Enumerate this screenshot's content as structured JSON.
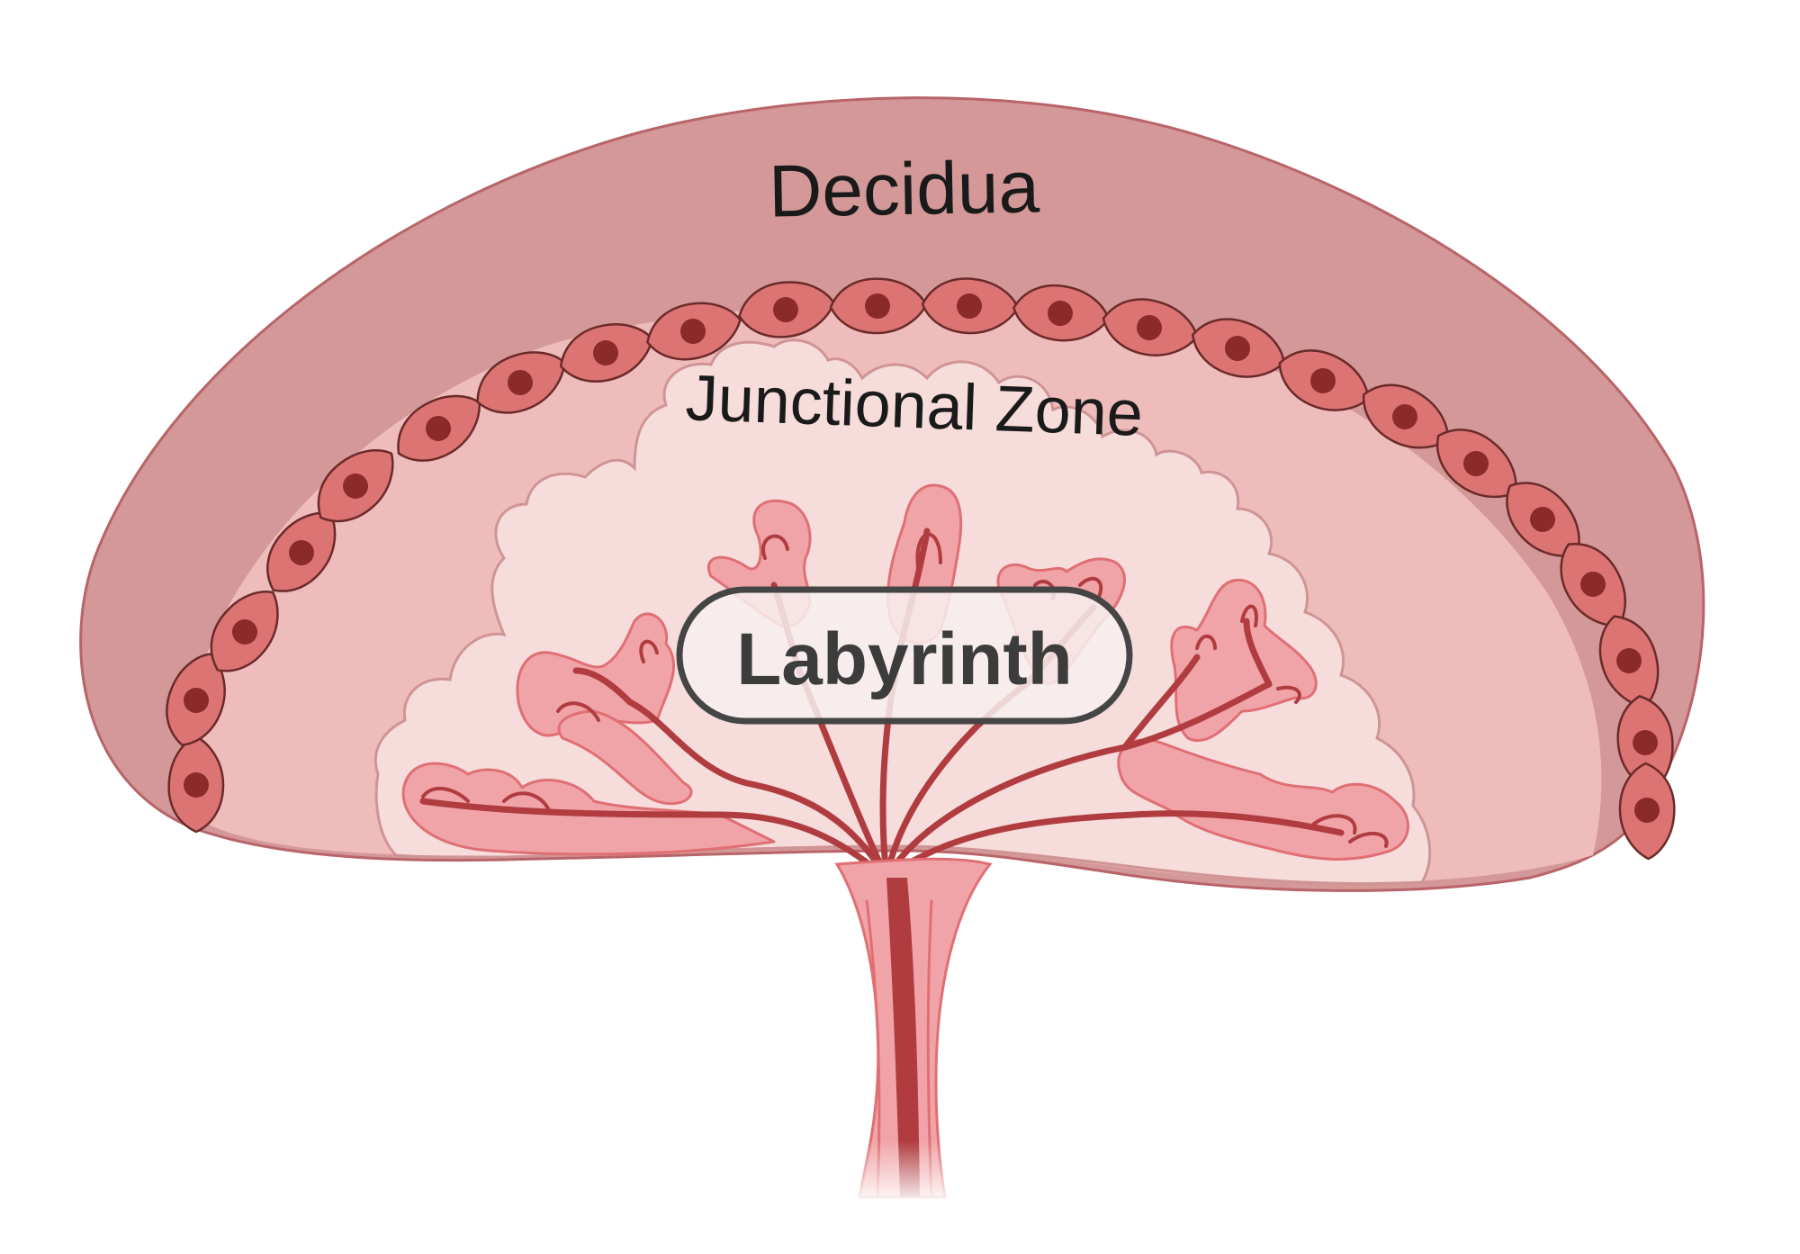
{
  "labels": {
    "decidua": "Decidua",
    "junctional_zone": "Junctional Zone",
    "labyrinth": "Labyrinth"
  },
  "colors": {
    "decidua_fill": "#d49898",
    "decidua_stroke": "#b86468",
    "junctional_fill": "#efbcbc",
    "labyrinth_fill": "#f6dcdb",
    "cell_fill": "#dc7474",
    "cell_nucleus": "#8b2a2a",
    "villus_fill": "#f0a4a8",
    "villus_stroke": "#e06f74",
    "vessel": "#b03c40",
    "label_box_stroke": "#454545"
  }
}
